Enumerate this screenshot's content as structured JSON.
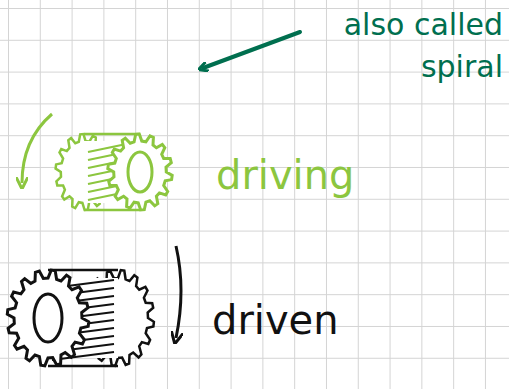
{
  "diagram": {
    "labels": [
      "also called spiral",
      "driving",
      "driven"
    ]
  }
}
